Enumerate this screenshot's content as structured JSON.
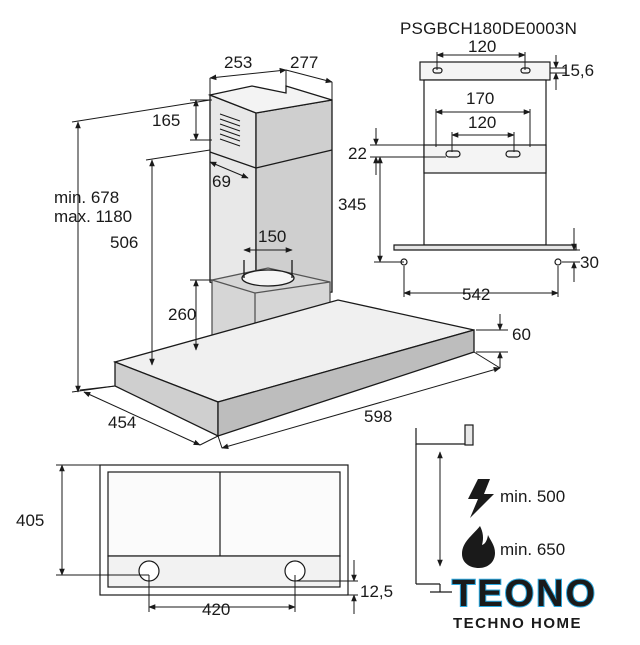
{
  "model_code": "PSGBCH180DE0003N",
  "dimensions": {
    "chimney_width": "253",
    "chimney_depth": "277",
    "height_165": "165",
    "height_min": "min. 678",
    "height_max": "max. 1180",
    "offset_69": "69",
    "height_506": "506",
    "outlet_150": "150",
    "height_260": "260",
    "depth_454": "454",
    "width_598": "598",
    "thickness_60": "60",
    "bracket_top_120": "120",
    "bracket_top_15_6": "15,6",
    "bracket_170": "170",
    "bracket_mid_120": "120",
    "offset_22": "22",
    "height_345": "345",
    "offset_30": "30",
    "width_542": "542",
    "depth_405": "405",
    "spacing_420": "420",
    "offset_12_5": "12,5",
    "clearance_electric": "min. 500",
    "clearance_gas": "min. 650"
  },
  "icons": {
    "electric": "lightning-bolt-icon",
    "gas": "gas-flame-icon"
  },
  "brand": {
    "name": "TEONO",
    "tagline": "TECHNO HOME",
    "color_dark": "#0a1a3a",
    "color_outline": "#2aa8e0"
  }
}
